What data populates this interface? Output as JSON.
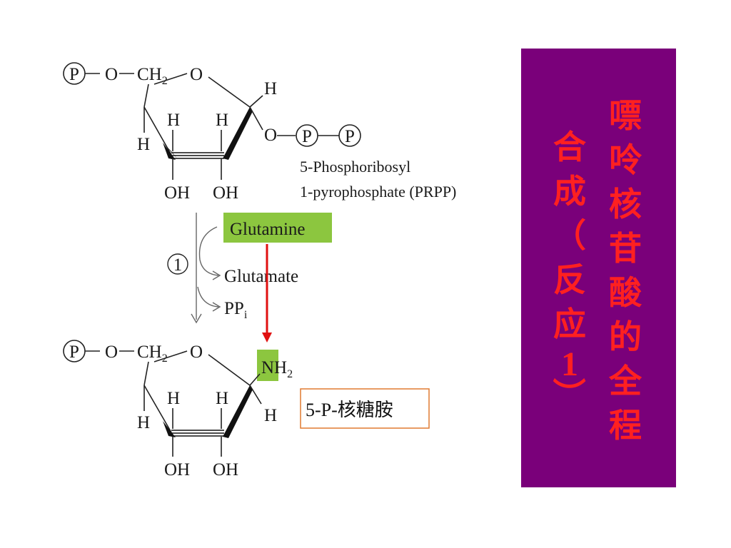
{
  "title": {
    "column_right": "嘌呤核苷酸的全程",
    "column_left_text": "合成（反应",
    "column_left_number": "1",
    "column_left_close": "）",
    "bg_color": "#7a007a",
    "text_color": "#ff2020"
  },
  "reactant": {
    "phosphate": "P",
    "o_link": "O",
    "ch2": "CH",
    "ch2_sub": "2",
    "ring_o": "O",
    "h_top_right": "H",
    "h_left": "H",
    "h_c2": "H",
    "h_c3": "H",
    "o_pp": "O",
    "pp_1": "P",
    "pp_2": "P",
    "oh_1": "OH",
    "oh_2": "OH",
    "name_line1": "5-Phosphoribosyl",
    "name_line2": "1-pyrophosphate (PRPP)"
  },
  "reaction": {
    "step_number": "1",
    "glutamine": "Glutamine",
    "glutamate": "Glutamate",
    "ppi": "PP",
    "ppi_sub": "i",
    "highlight_color": "#8cc63f",
    "arrow_color": "#e01010"
  },
  "product": {
    "phosphate": "P",
    "o_link": "O",
    "ch2": "CH",
    "ch2_sub": "2",
    "ring_o": "O",
    "nh2": "NH",
    "nh2_sub": "2",
    "h_right": "H",
    "h_left": "H",
    "h_c2": "H",
    "h_c3": "H",
    "oh_1": "OH",
    "oh_2": "OH",
    "label_cn": "5-P-核糖胺",
    "label_border_color": "#e07a30"
  }
}
